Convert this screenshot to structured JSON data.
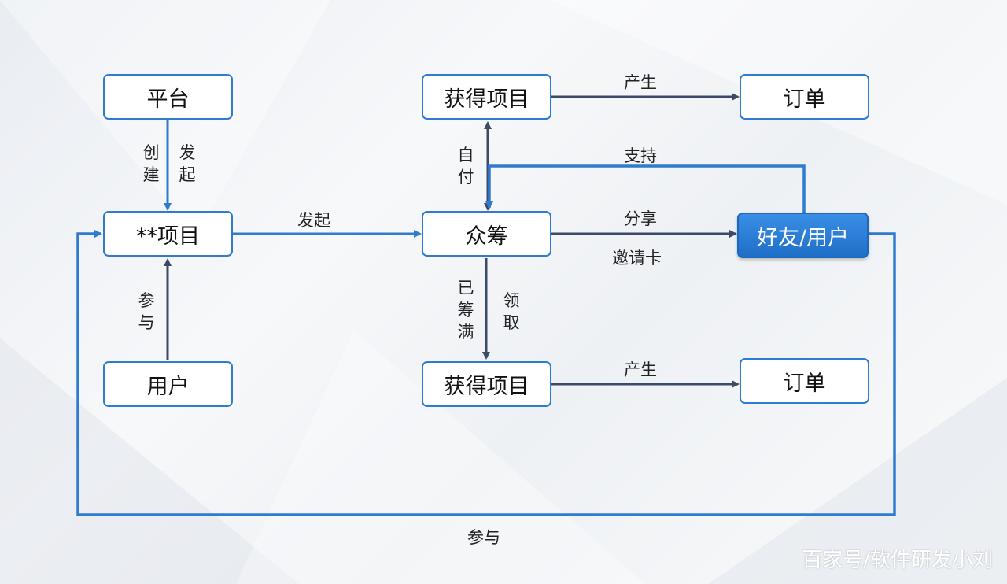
{
  "nodes": {
    "platform": "平台",
    "project": "**项目",
    "user": "用户",
    "get_project_top": "获得项目",
    "crowdfunding": "众筹",
    "get_project_bottom": "获得项目",
    "order_top": "订单",
    "order_bottom": "订单",
    "friend_user": "好友/用户"
  },
  "edge_labels": {
    "create": "创建",
    "initiate_vertical": "发起",
    "initiate": "发起",
    "participate_user": "参与",
    "self_pay": "自付",
    "produce_top": "产生",
    "support": "支持",
    "share": "分享",
    "invite_card": "邀请卡",
    "full": "已筹满",
    "claim": "领取",
    "produce_bottom": "产生",
    "participate_loop": "参与"
  },
  "watermark": "百家号/软件研发小刘",
  "colors": {
    "node_border": "#2e7bd0",
    "loop_line": "#2e7bd0",
    "arrow_dark": "#3b4a66"
  }
}
